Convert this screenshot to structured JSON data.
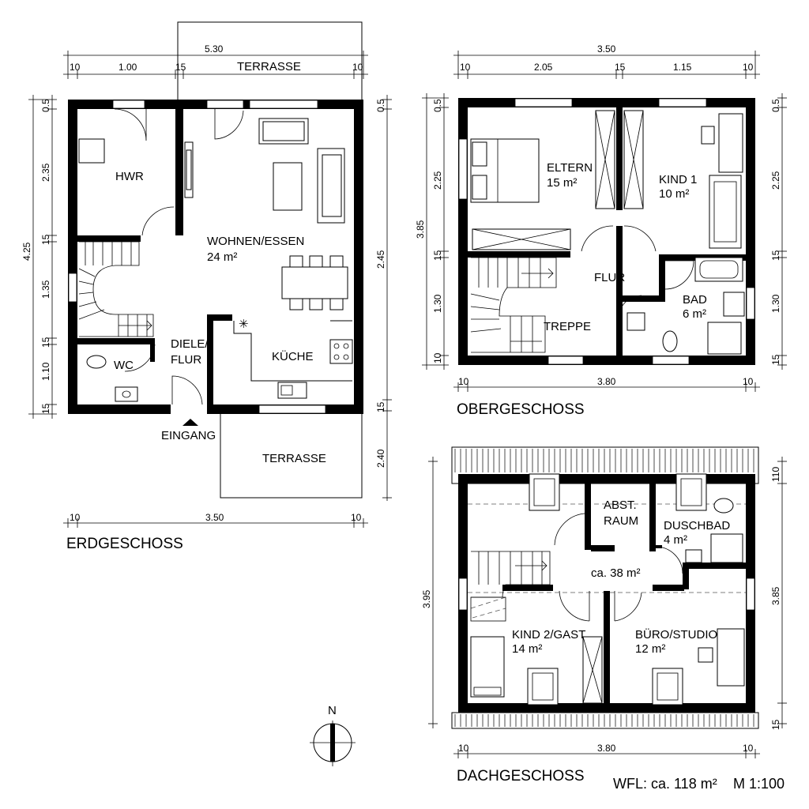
{
  "floors": {
    "ground": {
      "title": "ERDGESCHOSS",
      "rooms": {
        "hwr": "HWR",
        "wohnen": "WOHNEN/ESSEN",
        "wohnen_area": "24 m²",
        "diele_1": "DIELE/",
        "diele_2": "FLUR",
        "wc": "WC",
        "kueche": "KÜCHE",
        "terrasse_top": "TERRASSE",
        "terrasse_bottom": "TERRASSE",
        "eingang": "EINGANG"
      },
      "dims": {
        "top_total": "5.30",
        "top_1": "10",
        "top_2": "1.00",
        "top_3": "15",
        "top_4": "10",
        "bottom_1": "10",
        "bottom_2": "3.50",
        "bottom_3": "10",
        "left_total": "4.25",
        "left_1": "0.5",
        "left_2": "2.35",
        "left_3": "15",
        "left_4": "1.35",
        "left_5": "15",
        "left_6": "1.10",
        "left_7": "15",
        "right_1": "0.5",
        "right_2": "2.45",
        "right_3": "15",
        "right_4": "2.40"
      }
    },
    "upper": {
      "title": "OBERGESCHOSS",
      "rooms": {
        "eltern": "ELTERN",
        "eltern_area": "15 m²",
        "kind1": "KIND 1",
        "kind1_area": "10 m²",
        "flur": "FLUR",
        "treppe": "TREPPE",
        "bad": "BAD",
        "bad_area": "6 m²"
      },
      "dims": {
        "top_total": "3.50",
        "top_1": "10",
        "top_2": "2.05",
        "top_3": "15",
        "top_4": "1.15",
        "top_5": "10",
        "bottom_1": "10",
        "bottom_2": "3.80",
        "bottom_3": "10",
        "left_total": "3.85",
        "left_1": "0.5",
        "left_2": "2.25",
        "left_3": "15",
        "left_4": "1.30",
        "left_5": "10",
        "right_1": "0.5",
        "right_2": "2.25",
        "right_3": "15",
        "right_4": "1.30",
        "right_5": "15"
      }
    },
    "attic": {
      "title": "DACHGESCHOSS",
      "rooms": {
        "abst_1": "ABST.",
        "abst_2": "RAUM",
        "duschbad": "DUSCHBAD",
        "duschbad_area": "4 m²",
        "flur_area": "ca. 38 m²",
        "kind2": "KIND 2/GAST",
        "kind2_area": "14 m²",
        "buero": "BÜRO/STUDIO",
        "buero_area": "12 m²"
      },
      "dims": {
        "bottom_1": "10",
        "bottom_2": "3.80",
        "bottom_3": "10",
        "left_total": "3.95",
        "right_1": "110",
        "right_2": "3.85",
        "right_3": "15"
      }
    }
  },
  "north_label": "N",
  "footer": {
    "wfl": "WFL: ca. 118 m²",
    "scale": "M 1:100"
  }
}
